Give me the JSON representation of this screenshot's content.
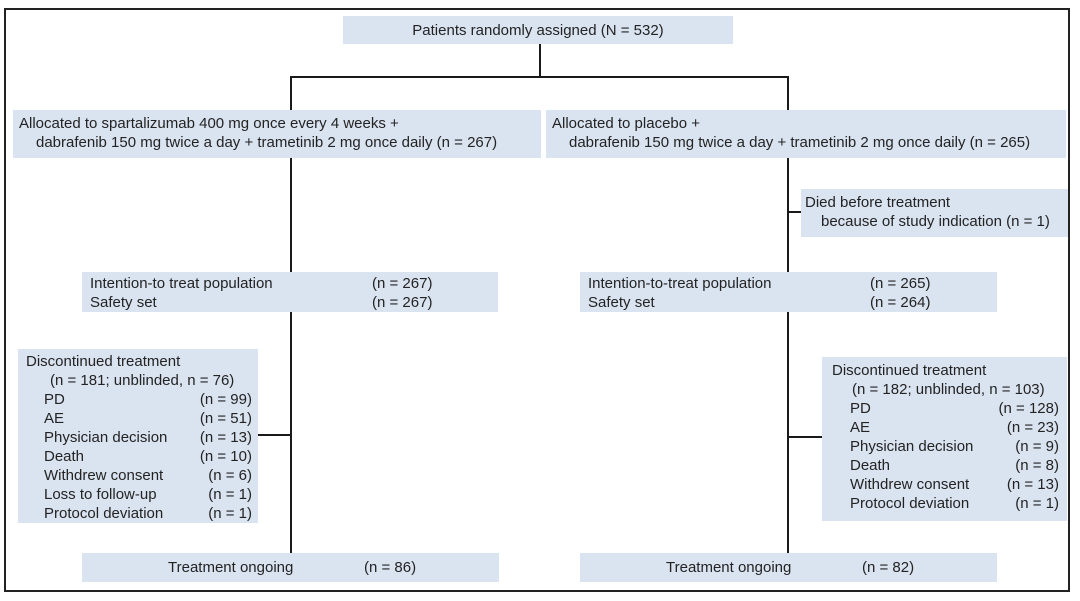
{
  "figure": {
    "colors": {
      "box_fill": "#dae3f0",
      "line": "#1a1a1a",
      "text": "#232323",
      "background": "#ffffff"
    },
    "top_box": {
      "text": "Patients randomly assigned (N = 532)"
    },
    "alloc_left": {
      "line1": "Allocated to spartalizumab 400 mg once every 4 weeks +",
      "line2": "dabrafenib 150 mg twice a day + trametinib 2 mg once daily (n = 267)"
    },
    "alloc_right": {
      "line1": "Allocated to placebo +",
      "line2": "dabrafenib 150 mg twice a day + trametinib 2 mg once daily (n = 265)"
    },
    "died_box": {
      "line1": "Died before treatment",
      "line2": "because of study indication (n = 1)"
    },
    "itt_left": {
      "rows": [
        {
          "label": "Intention-to treat population",
          "value": "(n = 267)"
        },
        {
          "label": "Safety set",
          "value": "(n = 267)"
        }
      ]
    },
    "itt_right": {
      "rows": [
        {
          "label": "Intention-to-treat population",
          "value": "(n = 265)"
        },
        {
          "label": "Safety set",
          "value": "(n = 264)"
        }
      ]
    },
    "disc_left": {
      "title": "Discontinued treatment",
      "subtitle": "(n = 181; unblinded, n = 76)",
      "items": [
        {
          "label": "PD",
          "value": "(n = 99)"
        },
        {
          "label": "AE",
          "value": "(n = 51)"
        },
        {
          "label": "Physician decision",
          "value": "(n = 13)"
        },
        {
          "label": "Death",
          "value": "(n = 10)"
        },
        {
          "label": "Withdrew consent",
          "value": "(n = 6)"
        },
        {
          "label": "Loss to follow-up",
          "value": "(n = 1)"
        },
        {
          "label": "Protocol deviation",
          "value": "(n = 1)"
        }
      ]
    },
    "disc_right": {
      "title": "Discontinued treatment",
      "subtitle": "(n = 182; unblinded, n = 103)",
      "items": [
        {
          "label": "PD",
          "value": "(n = 128)"
        },
        {
          "label": "AE",
          "value": "(n = 23)"
        },
        {
          "label": "Physician decision",
          "value": "(n = 9)"
        },
        {
          "label": "Death",
          "value": "(n = 8)"
        },
        {
          "label": "Withdrew consent",
          "value": "(n = 13)"
        },
        {
          "label": "Protocol deviation",
          "value": "(n = 1)"
        }
      ]
    },
    "ongoing_left": {
      "label": "Treatment ongoing",
      "value": "(n = 86)"
    },
    "ongoing_right": {
      "label": "Treatment ongoing",
      "value": "(n = 82)"
    }
  }
}
